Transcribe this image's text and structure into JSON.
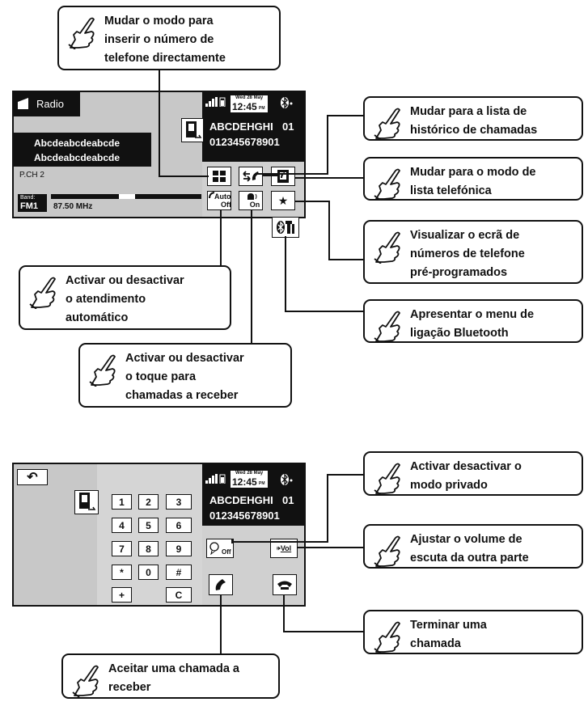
{
  "screen1": {
    "source_label": "Radio",
    "title_line1": "Abcdeabcdeabcde",
    "title_line2": "Abcdeabcdeabcde",
    "preset_channel": "P.CH 2",
    "band_label": "Band:",
    "band_value": "FM1",
    "frequency": "87.50 MHz",
    "date": "Wed 28 May",
    "time": "12:45",
    "ampm": "PM",
    "device_name": "ABCDEHGHI",
    "device_number": "01",
    "phone_number": "012345678901",
    "auto_answer_top": "Auto",
    "auto_answer_bottom": "Off",
    "ring_state": "On",
    "preset_star": "★"
  },
  "screen2": {
    "back_symbol": "↶",
    "date": "Wed 28 May",
    "time": "12:45",
    "ampm": "PM",
    "device_name": "ABCDEHGHI",
    "device_number": "01",
    "phone_number": "012345678901",
    "keypad": [
      "1",
      "2",
      "3",
      "4",
      "5",
      "6",
      "7",
      "8",
      "9",
      "*",
      "0",
      "#",
      "+",
      "",
      "C"
    ],
    "private_state": "Off",
    "volume_label": "Vol"
  },
  "callouts": {
    "direct_number": "Mudar o modo para\ninserir o número de\ntelefone directamente",
    "call_history": "Mudar para a lista de\nhistórico de chamadas",
    "phonebook": "Mudar para o modo de\nlista telefónica",
    "preset_numbers": "Visualizar o ecrã de\nnúmeros de telefone\npré-programados",
    "bluetooth_menu": "Apresentar o menu de\nligação Bluetooth",
    "auto_answer": "Activar ou desactivar\no atendimento\nautomático",
    "ring_tone": "Activar ou desactivar\no toque para\nchamadas a receber",
    "private_mode": "Activar desactivar o\nmodo privado",
    "volume": "Ajustar o volume de\nescuta da outra parte",
    "end_call": "Terminar uma\nchamada",
    "accept_call": "Aceitar uma chamada a\nreceber"
  }
}
